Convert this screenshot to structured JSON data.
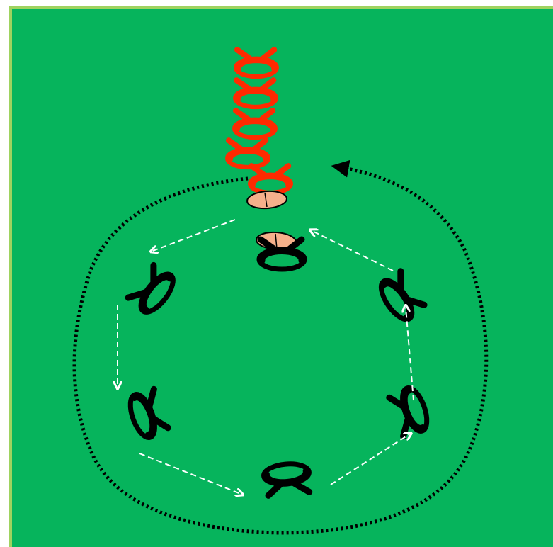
{
  "diagram": {
    "field_color": "#06b45c",
    "border_color": "#9fd35f",
    "icons": {
      "player": "player-cone-icon",
      "waiting_player": "waiting-player-icon",
      "ball": "ball-icon"
    },
    "colors": {
      "circle_players": "#000000",
      "queue_players": "#ff2a00",
      "ball_fill": "#f5b08b",
      "ball_outline": "#000000",
      "pass_arrows": "#ffffff",
      "run_path": "#000000"
    },
    "queue_player_count": 5,
    "circle_player_count": 6,
    "ball_count": 2,
    "pass_arrow_count": 6,
    "pass_arrow_style": "white dashed",
    "run_path_style": "black dotted"
  }
}
